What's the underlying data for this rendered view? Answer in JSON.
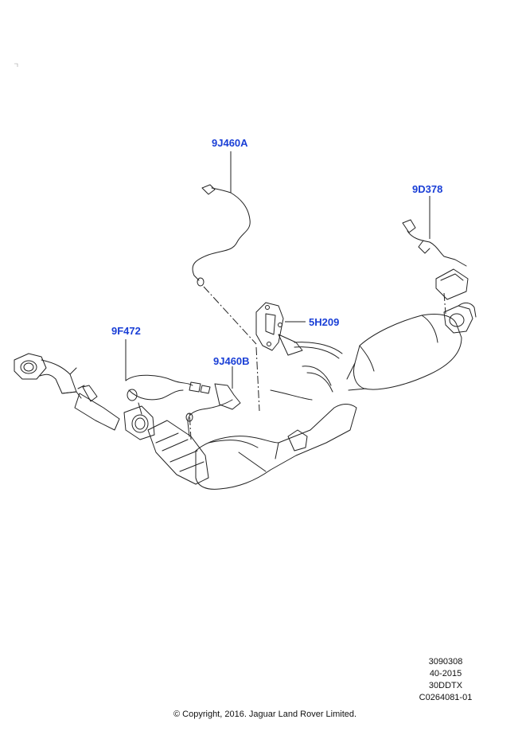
{
  "diagram": {
    "accent_color": "#1a3fd6",
    "callouts": [
      {
        "id": "c1",
        "label": "9J460A"
      },
      {
        "id": "c2",
        "label": "9D378"
      },
      {
        "id": "c3",
        "label": "5H209"
      },
      {
        "id": "c4",
        "label": "9F472"
      },
      {
        "id": "c5",
        "label": "9J460B"
      }
    ]
  },
  "meta": {
    "ref_number": "3090308",
    "date_code": "40-2015",
    "model_code": "30DDTX",
    "illustration_id": "C0264081-01"
  },
  "footer": {
    "copyright": "© Copyright, 2016. Jaguar Land Rover Limited."
  }
}
